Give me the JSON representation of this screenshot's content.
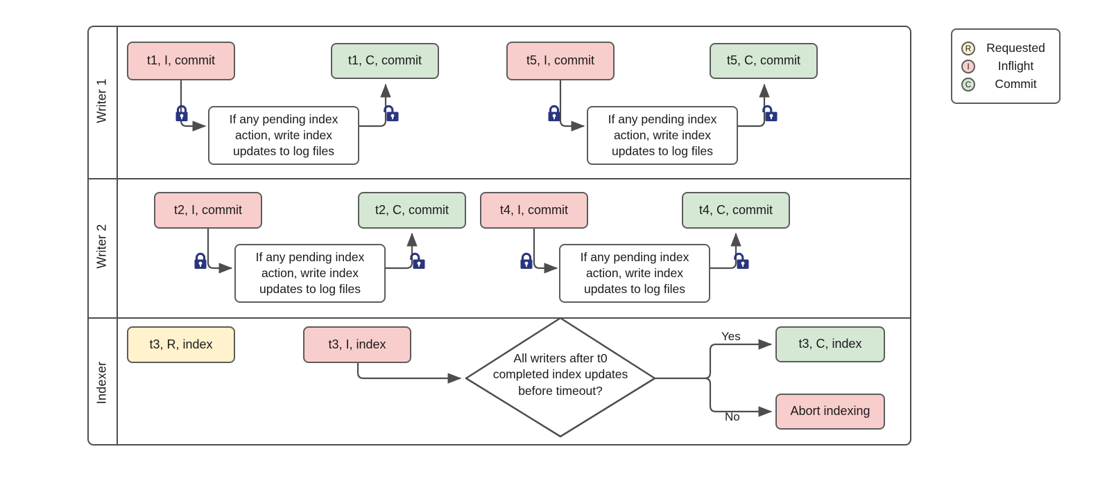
{
  "diagram": {
    "title": "Writer / Indexer commit and indexing swimlane flow",
    "colors": {
      "inflight_fill": "#f8cecc",
      "commit_fill": "#d5e8d4",
      "requested_fill": "#fff2cc",
      "plain_fill": "#ffffff",
      "stroke": "#5c5c5c",
      "lane_stroke": "#4d4d4d",
      "lock_color": "#2a3580",
      "edge_stroke": "#4d4d4d"
    }
  },
  "lanes": [
    {
      "id": "writer-1",
      "label": "Writer 1"
    },
    {
      "id": "writer-2",
      "label": "Writer 2"
    },
    {
      "id": "indexer",
      "label": "Indexer"
    }
  ],
  "nodes": {
    "w1_t1_inflight": {
      "label": "t1, I, commit",
      "state": "inflight"
    },
    "w1_process_1": {
      "label": "If any pending index action, write index updates to log files",
      "state": "plain"
    },
    "w1_t1_commit": {
      "label": "t1, C, commit",
      "state": "commit"
    },
    "w1_t5_inflight": {
      "label": "t5, I, commit",
      "state": "inflight"
    },
    "w1_process_2": {
      "label": "If any pending index action, write index updates to log files",
      "state": "plain"
    },
    "w1_t5_commit": {
      "label": "t5, C, commit",
      "state": "commit"
    },
    "w2_t2_inflight": {
      "label": "t2, I, commit",
      "state": "inflight"
    },
    "w2_process_1": {
      "label": "If any pending index action, write index updates to log files",
      "state": "plain"
    },
    "w2_t2_commit": {
      "label": "t2, C, commit",
      "state": "commit"
    },
    "w2_t4_inflight": {
      "label": "t4, I, commit",
      "state": "inflight"
    },
    "w2_process_2": {
      "label": "If any pending index action, write index updates to log files",
      "state": "plain"
    },
    "w2_t4_commit": {
      "label": "t4, C, commit",
      "state": "commit"
    },
    "ix_t3_requested": {
      "label": "t3, R, index",
      "state": "requested"
    },
    "ix_t3_inflight": {
      "label": "t3, I, index",
      "state": "inflight"
    },
    "ix_decision": {
      "label": "All writers after t0 completed index updates before timeout?",
      "state": "decision"
    },
    "ix_t3_commit": {
      "label": "t3, C, index",
      "state": "commit"
    },
    "ix_abort": {
      "label": "Abort indexing",
      "state": "inflight"
    }
  },
  "decision_text_lines": [
    "All writers after t0",
    "completed index updates",
    "before timeout?"
  ],
  "process_text_lines": [
    "If any pending index",
    "action, write index",
    "updates to log files"
  ],
  "edge_labels": {
    "yes": "Yes",
    "no": "No"
  },
  "lock_icons": [
    {
      "id": "w1-lock-1",
      "type": "locked",
      "meaning": "acquire lock"
    },
    {
      "id": "w1-lock-2",
      "type": "unlocked",
      "meaning": "release lock"
    },
    {
      "id": "w1-lock-3",
      "type": "locked",
      "meaning": "acquire lock"
    },
    {
      "id": "w1-lock-4",
      "type": "unlocked",
      "meaning": "release lock"
    },
    {
      "id": "w2-lock-1",
      "type": "locked",
      "meaning": "acquire lock"
    },
    {
      "id": "w2-lock-2",
      "type": "unlocked",
      "meaning": "release lock"
    },
    {
      "id": "w2-lock-3",
      "type": "locked",
      "meaning": "acquire lock"
    },
    {
      "id": "w2-lock-4",
      "type": "unlocked",
      "meaning": "release lock"
    }
  ],
  "legend": {
    "items": [
      {
        "badge": "R",
        "label": "Requested",
        "state": "requested"
      },
      {
        "badge": "I",
        "label": "Inflight",
        "state": "inflight"
      },
      {
        "badge": "C",
        "label": "Commit",
        "state": "commit"
      }
    ]
  }
}
